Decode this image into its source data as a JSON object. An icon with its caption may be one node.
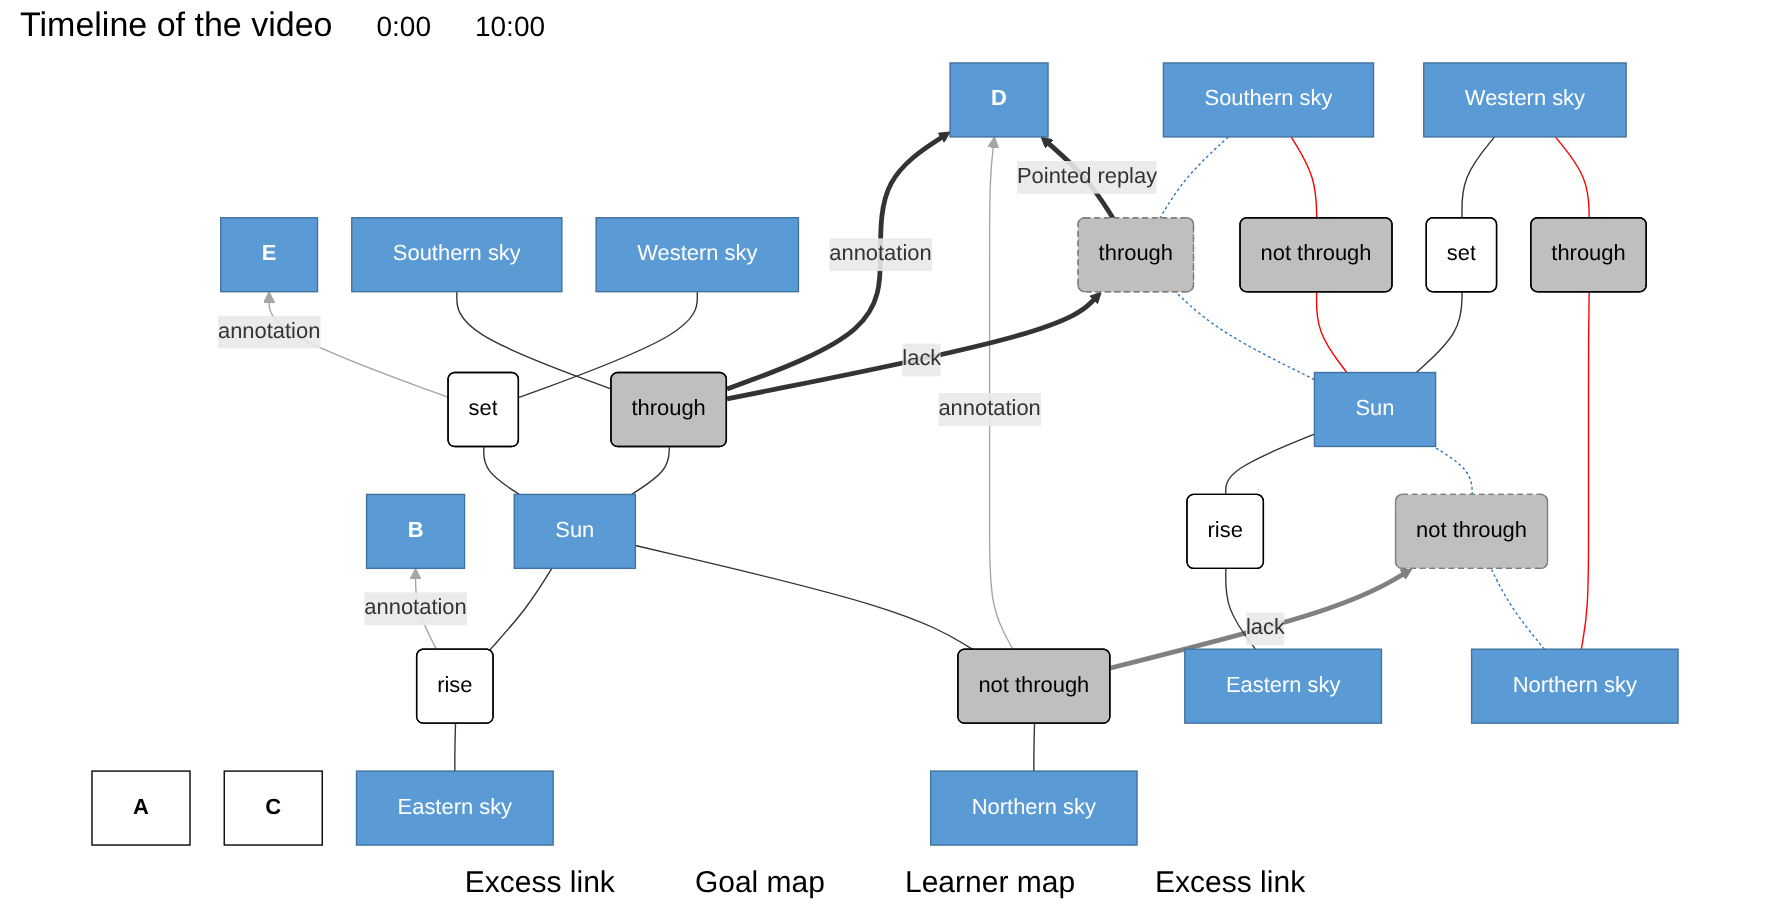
{
  "diagram": {
    "nodes": [
      {
        "text": [
          "A"
        ]
      },
      {
        "text": [
          "B"
        ]
      },
      {
        "text": [
          "C"
        ]
      },
      {
        "text": [
          "D"
        ]
      },
      {
        "text": [
          "E"
        ]
      },
      {
        "text": [
          "Southern sky"
        ]
      },
      {
        "text": [
          "through"
        ]
      },
      {
        "text": [
          "Eastern sky"
        ]
      },
      {
        "text": [
          "rise"
        ]
      },
      {
        "text": [
          "Sun"
        ]
      },
      {
        "text": [
          "set"
        ]
      },
      {
        "text": [
          "Western sky"
        ]
      },
      {
        "text": [
          "not through"
        ]
      },
      {
        "text": [
          "Northern sky"
        ]
      },
      {
        "text": [
          "Southern sky"
        ]
      },
      {
        "text": [
          "through"
        ]
      },
      {
        "text": [
          "not through"
        ]
      },
      {
        "text": [
          "Eastern sky"
        ]
      },
      {
        "text": [
          "rise"
        ]
      },
      {
        "text": [
          "Sun"
        ]
      },
      {
        "text": [
          "set"
        ]
      },
      {
        "text": [
          "Western sky"
        ]
      },
      {
        "text": [
          "not through"
        ]
      },
      {
        "text": [
          "through"
        ]
      },
      {
        "text": [
          "Northern sky"
        ]
      }
    ],
    "edges": [
      {
        "from": 6,
        "to": 5,
        "arrow": "none"
      },
      {
        "from": 9,
        "to": 6,
        "arrow": "none"
      },
      {
        "from": 7,
        "to": 8,
        "arrow": "none"
      },
      {
        "from": 8,
        "to": 9,
        "arrow": "none"
      },
      {
        "from": 9,
        "to": 10,
        "arrow": "none"
      },
      {
        "from": 10,
        "to": 11,
        "arrow": "none"
      },
      {
        "from": 12,
        "to": 9,
        "arrow": "none"
      },
      {
        "from": 13,
        "to": 12,
        "arrow": "none"
      },
      {
        "from": 8,
        "to": 1,
        "arrow": "to",
        "label": "annotation",
        "color": "#a6a6a6"
      },
      {
        "from": 6,
        "to": 3,
        "arrow": "to",
        "label": "annotation",
        "style": "thick"
      },
      {
        "from": 12,
        "to": 3,
        "arrow": "to",
        "label": "annotation",
        "color": "#a6a6a6"
      },
      {
        "from": 10,
        "to": 4,
        "arrow": "to",
        "label": "annotation",
        "color": "#a6a6a6"
      },
      {
        "from": 15,
        "to": 3,
        "arrow": "to",
        "label": "Pointed replay",
        "style": "thick"
      },
      {
        "from": 6,
        "to": 15,
        "arrow": "to",
        "label": "lack",
        "style": "thick"
      },
      {
        "from": 12,
        "to": 22,
        "arrow": "to",
        "label": "lack",
        "style": "thick",
        "color": "#808080"
      },
      {
        "from": 15,
        "to": 14,
        "arrow": "none",
        "style": "dashed",
        "color": "#2e75b6"
      },
      {
        "from": 19,
        "to": 15,
        "arrow": "none",
        "style": "dashed",
        "color": "#2e75b6"
      },
      {
        "from": 16,
        "to": 14,
        "arrow": "none",
        "color": "#ff0000"
      },
      {
        "from": 19,
        "to": 16,
        "arrow": "none",
        "color": "#ff0000"
      },
      {
        "from": 17,
        "to": 18,
        "arrow": "none"
      },
      {
        "from": 18,
        "to": 19,
        "arrow": "none"
      },
      {
        "from": 19,
        "to": 20,
        "arrow": "none"
      },
      {
        "from": 20,
        "to": 21,
        "arrow": "none"
      },
      {
        "from": 22,
        "to": 19,
        "arrow": "none",
        "style": "dashed",
        "color": "#2e75b6"
      },
      {
        "from": 24,
        "to": 22,
        "arrow": "none",
        "style": "dashed",
        "color": "#2e75b6"
      },
      {
        "from": 23,
        "to": 21,
        "arrow": "none",
        "color": "#ff0000"
      },
      {
        "from": 24,
        "to": 23,
        "arrow": "none",
        "color": "#ff0000"
      }
    ],
    "labels": [
      "Timeline of the video",
      "0:00",
      "10:00",
      "Excess link",
      "Goal map",
      "Learner map",
      "Excess link"
    ]
  }
}
